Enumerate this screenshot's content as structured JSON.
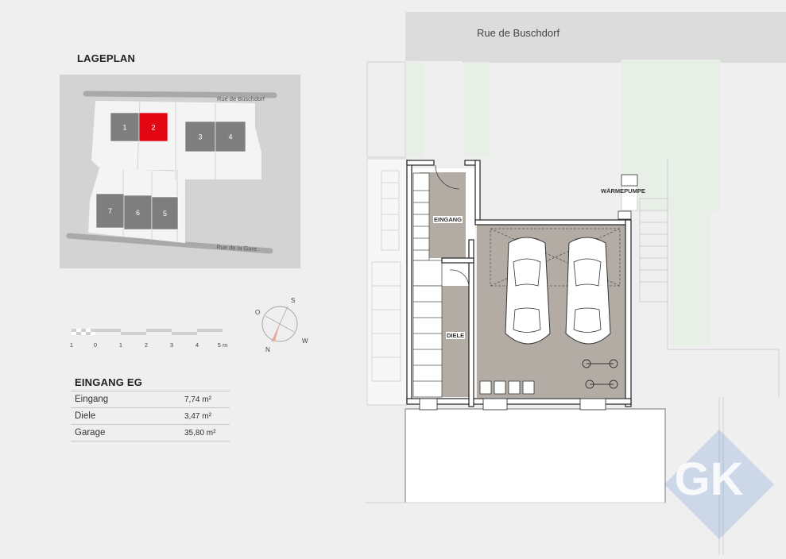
{
  "lageplan": {
    "title": "LAGEPLAN",
    "street_top": "Rue de Buschdorf",
    "street_bottom": "Rue de la Gare",
    "lots": [
      {
        "label": "1",
        "highlighted": false
      },
      {
        "label": "2",
        "highlighted": true
      },
      {
        "label": "3",
        "highlighted": false
      },
      {
        "label": "4",
        "highlighted": false
      },
      {
        "label": "7",
        "highlighted": false
      },
      {
        "label": "6",
        "highlighted": false
      },
      {
        "label": "5",
        "highlighted": false
      }
    ],
    "colors": {
      "lot": "#7e7e7e",
      "highlight": "#e30613",
      "ground": "#d3d3d3",
      "parcel": "#f4f4f4"
    }
  },
  "scale": {
    "ticks": [
      "1",
      "0",
      "1",
      "2",
      "3",
      "4",
      "5 m"
    ]
  },
  "compass": {
    "labels": [
      "O",
      "S",
      "W",
      "N"
    ]
  },
  "eingang": {
    "title": "EINGANG EG",
    "rooms": [
      {
        "name": "Eingang",
        "area": "7,74 m²"
      },
      {
        "name": "Diele",
        "area": "3,47 m²"
      },
      {
        "name": "Garage",
        "area": "35,80 m²"
      }
    ]
  },
  "floorplan": {
    "street": "Rue de Buschdorf",
    "labels": {
      "eingang": "EINGANG",
      "diele": "DIELE",
      "waermepumpe": "WÄRMEPUMPE"
    },
    "colors": {
      "garage_floor": "#b3aca5",
      "green": "#e7efe6",
      "road": "#dcdcdc"
    }
  },
  "logo": {
    "text": "GK",
    "color": "#2f6cc6"
  }
}
